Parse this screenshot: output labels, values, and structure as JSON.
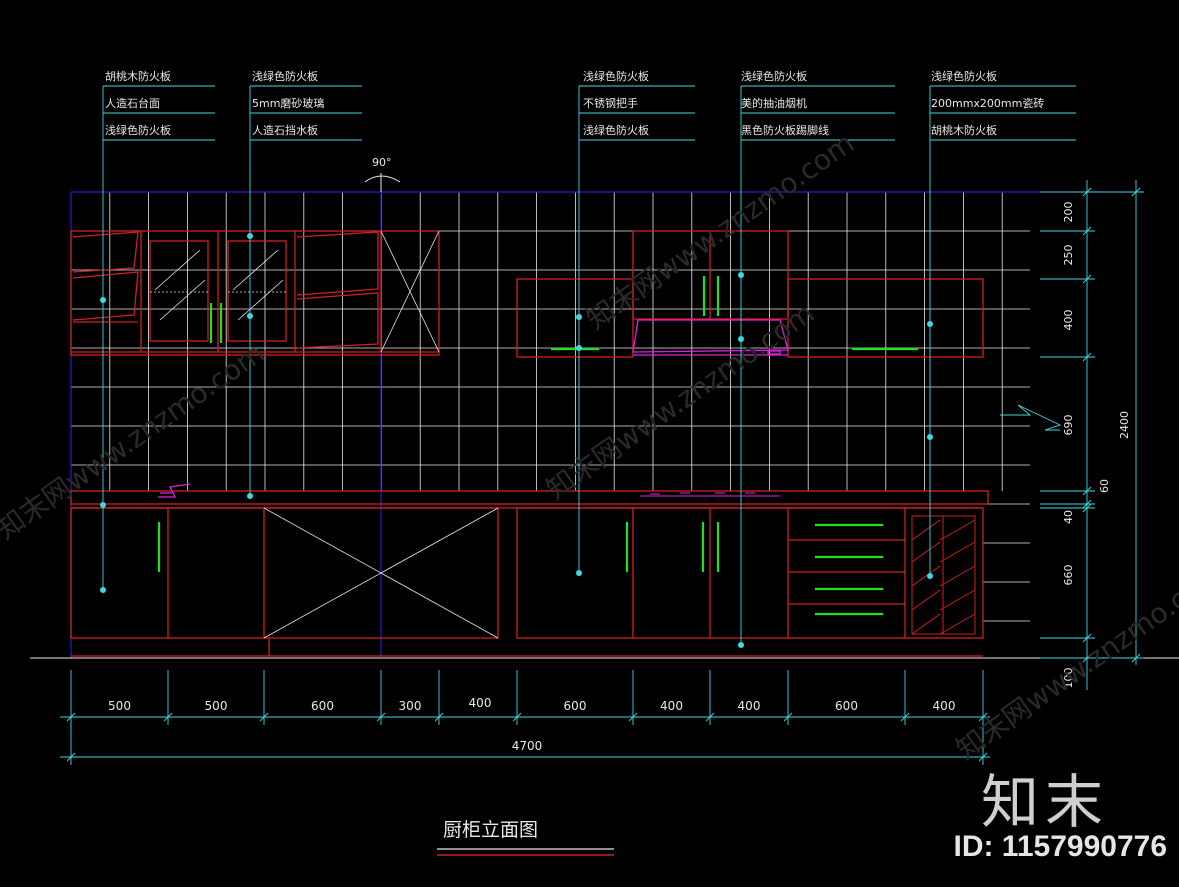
{
  "drawing": {
    "title": "厨柜立面图",
    "colors": {
      "background": "#000000",
      "grid": "#e8e8e8",
      "frame": "#2020d0",
      "cabinet": "#d02020",
      "handle": "#20e020",
      "dim": "#40d8e0",
      "magenta": "#e020e0"
    }
  },
  "labels": {
    "g1": [
      "胡桃木防火板",
      "人造石台面",
      "浅绿色防火板"
    ],
    "g2": [
      "浅绿色防火板",
      "5mm磨砂玻璃",
      "人造石挡水板"
    ],
    "g3": [
      "浅绿色防火板",
      "不锈钢把手",
      "浅绿色防火板"
    ],
    "g4": [
      "浅绿色防火板",
      "美的抽油烟机",
      "黑色防火板踢脚线"
    ],
    "g5": [
      "浅绿色防火板",
      "200mmx200mm瓷砖",
      "胡桃木防火板"
    ]
  },
  "angle": "90°",
  "dims": {
    "bottom": [
      "500",
      "500",
      "600",
      "300",
      "400",
      "600",
      "400",
      "400",
      "600",
      "400"
    ],
    "total": "4700",
    "right": [
      "200",
      "250",
      "400",
      "690",
      "60",
      "40",
      "660",
      "100"
    ],
    "right_total": "2400"
  },
  "watermark": {
    "brand": "知末",
    "id": "ID: 1157990776",
    "text": [
      "知末网www.znzmo.com"
    ]
  }
}
